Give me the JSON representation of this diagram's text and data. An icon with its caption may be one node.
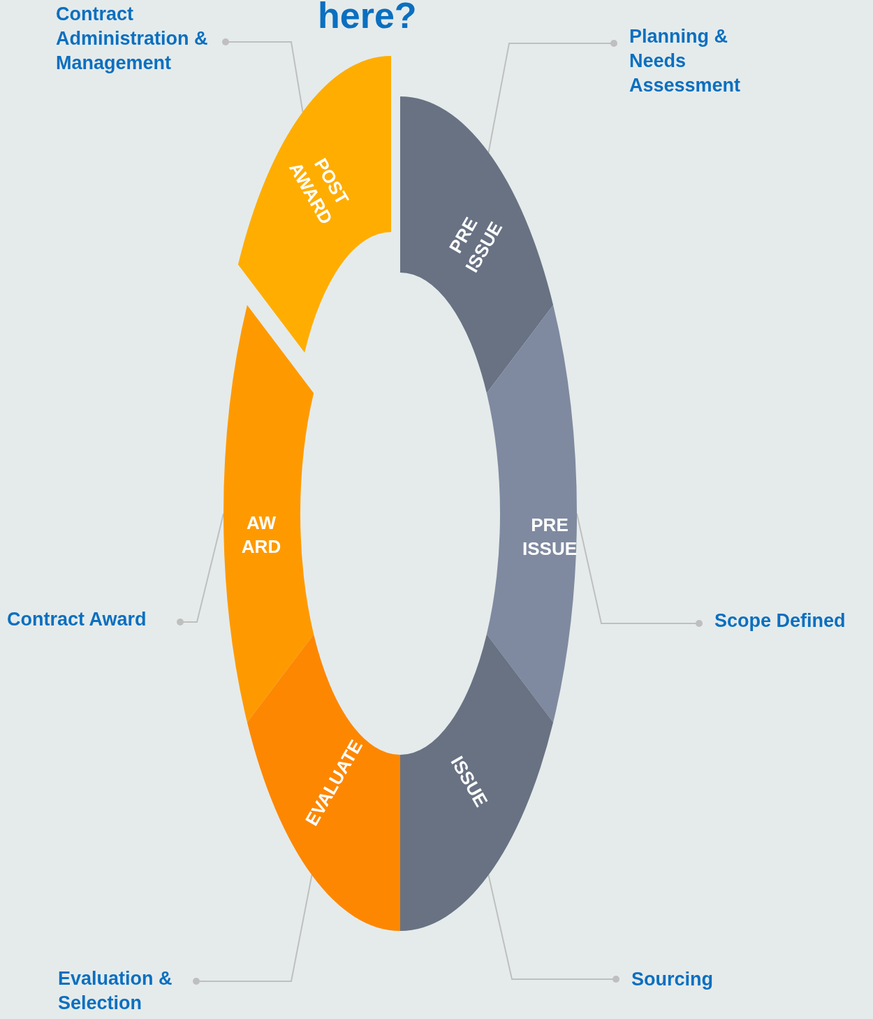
{
  "diagram": {
    "title": "here?",
    "nodes": [
      {
        "text": [
          "Contract Administration & Management"
        ]
      },
      {
        "text": [
          "Planning & Needs Assessment"
        ]
      },
      {
        "text": [
          "POST AWARD"
        ]
      },
      {
        "text": [
          "PRE ISSUE"
        ]
      },
      {
        "text": [
          "PRE ISSUE"
        ]
      },
      {
        "text": [
          "AW ARD"
        ]
      },
      {
        "text": [
          "Contract Award"
        ]
      },
      {
        "text": [
          "Scope Defined"
        ]
      },
      {
        "text": [
          "EVALUATE"
        ]
      },
      {
        "text": [
          "ISSUE"
        ]
      },
      {
        "text": [
          "Evaluation & Selection"
        ]
      },
      {
        "text": [
          "Sourcing"
        ]
      }
    ],
    "edges": [
      {
        "from": 0,
        "to": 2,
        "arrow": "other"
      },
      {
        "from": 1,
        "to": 3,
        "arrow": "other"
      },
      {
        "from": 6,
        "to": 5,
        "arrow": "other"
      },
      {
        "from": 7,
        "to": 4,
        "arrow": "other"
      },
      {
        "from": 10,
        "to": 8,
        "arrow": "other"
      },
      {
        "from": 11,
        "to": 9,
        "arrow": "other"
      }
    ]
  }
}
